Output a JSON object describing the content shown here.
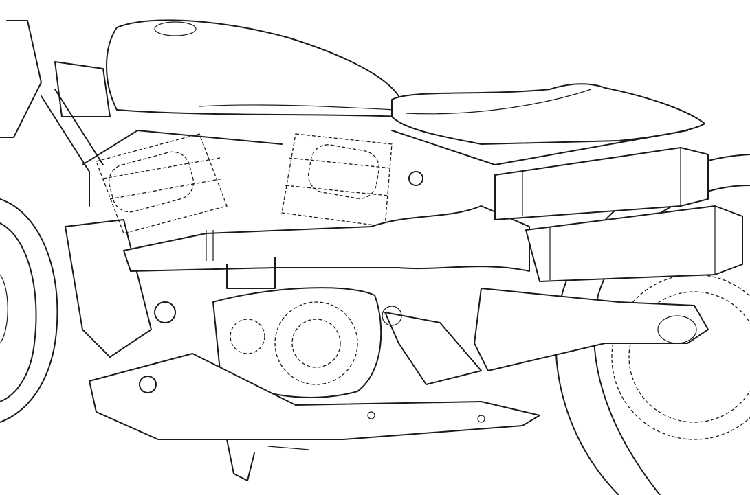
{
  "drawing": {
    "stroke_color": "#1a1a1a",
    "background_color": "#ffffff",
    "parts": [
      "fuel-tank",
      "seat",
      "upper-muffler",
      "lower-muffler",
      "front-wheel",
      "rear-wheel",
      "front-cylinder",
      "rear-cylinder",
      "primary-cover",
      "frame",
      "swingarm",
      "skid-plate",
      "exhaust-header",
      "kickstand"
    ]
  }
}
